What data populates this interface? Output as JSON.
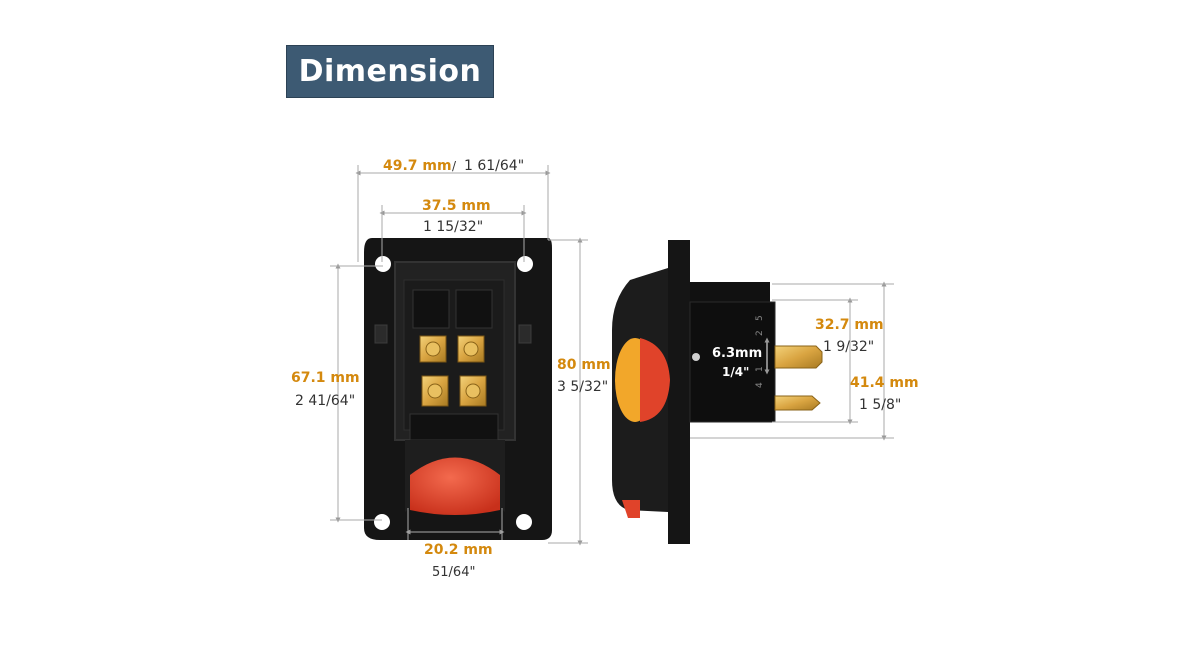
{
  "title": "Dimension",
  "dimensions": {
    "overall_width": {
      "mm": "49.7 mm",
      "separator": "/",
      "inch": "1 61/64\""
    },
    "hole_spacing": {
      "mm": "37.5 mm",
      "inch": "1 15/32\""
    },
    "overall_height": {
      "mm": "80 mm",
      "inch": "3 5/32\""
    },
    "hole_vertical": {
      "mm": "67.1 mm",
      "inch": "2 41/64\""
    },
    "button_width": {
      "mm": "20.2 mm",
      "inch": "51/64\""
    },
    "terminal_depth": {
      "mm": "32.7 mm",
      "inch": "1 9/32\""
    },
    "terminal_width": {
      "mm": "6.3mm",
      "inch": "1/4\""
    },
    "body_height": {
      "mm": "41.4 mm",
      "inch": "1 5/8\""
    }
  },
  "side_labels": [
    "2",
    "5",
    "1",
    "4"
  ],
  "colors": {
    "badge": "#3d5a73",
    "mm_text": "#d4890e",
    "switch_body": "#1a1a1a",
    "button_red": "#e0432a",
    "button_yellow": "#f2a72a",
    "terminal_brass": "#d9a441"
  }
}
